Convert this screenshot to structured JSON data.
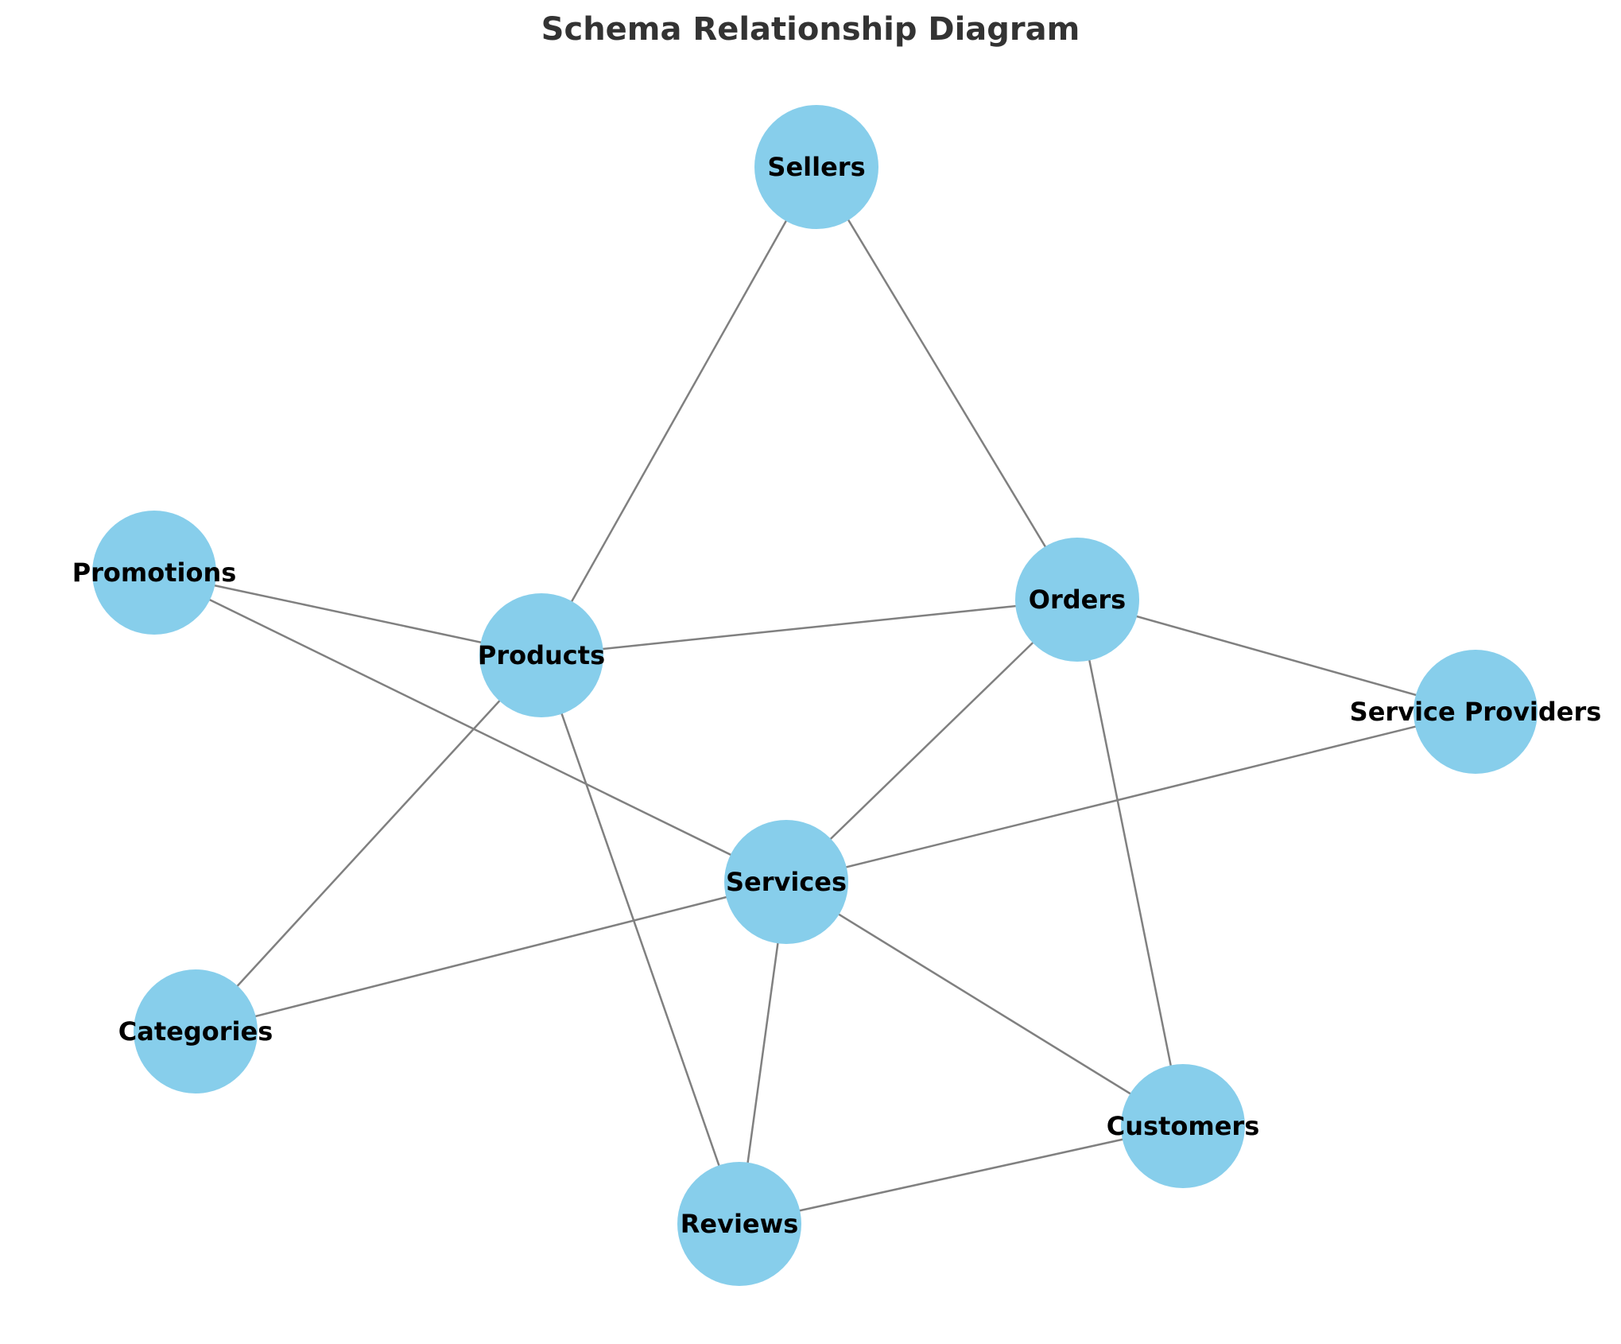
{
  "title": "Schema Relationship Diagram",
  "colors": {
    "node_fill": "#87CEEB",
    "edge_stroke": "#808080",
    "label": "#000000",
    "title": "#333333"
  },
  "nodes": [
    {
      "id": "sellers",
      "label": "Sellers"
    },
    {
      "id": "promotions",
      "label": "Promotions"
    },
    {
      "id": "orders",
      "label": "Orders"
    },
    {
      "id": "products",
      "label": "Products"
    },
    {
      "id": "service_providers",
      "label": "Service Providers"
    },
    {
      "id": "services",
      "label": "Services"
    },
    {
      "id": "categories",
      "label": "Categories"
    },
    {
      "id": "customers",
      "label": "Customers"
    },
    {
      "id": "reviews",
      "label": "Reviews"
    }
  ],
  "edges": [
    [
      "sellers",
      "products"
    ],
    [
      "sellers",
      "orders"
    ],
    [
      "promotions",
      "products"
    ],
    [
      "promotions",
      "services"
    ],
    [
      "products",
      "orders"
    ],
    [
      "products",
      "categories"
    ],
    [
      "products",
      "reviews"
    ],
    [
      "orders",
      "service_providers"
    ],
    [
      "orders",
      "services"
    ],
    [
      "orders",
      "customers"
    ],
    [
      "service_providers",
      "services"
    ],
    [
      "services",
      "categories"
    ],
    [
      "services",
      "reviews"
    ],
    [
      "services",
      "customers"
    ],
    [
      "customers",
      "reviews"
    ]
  ]
}
